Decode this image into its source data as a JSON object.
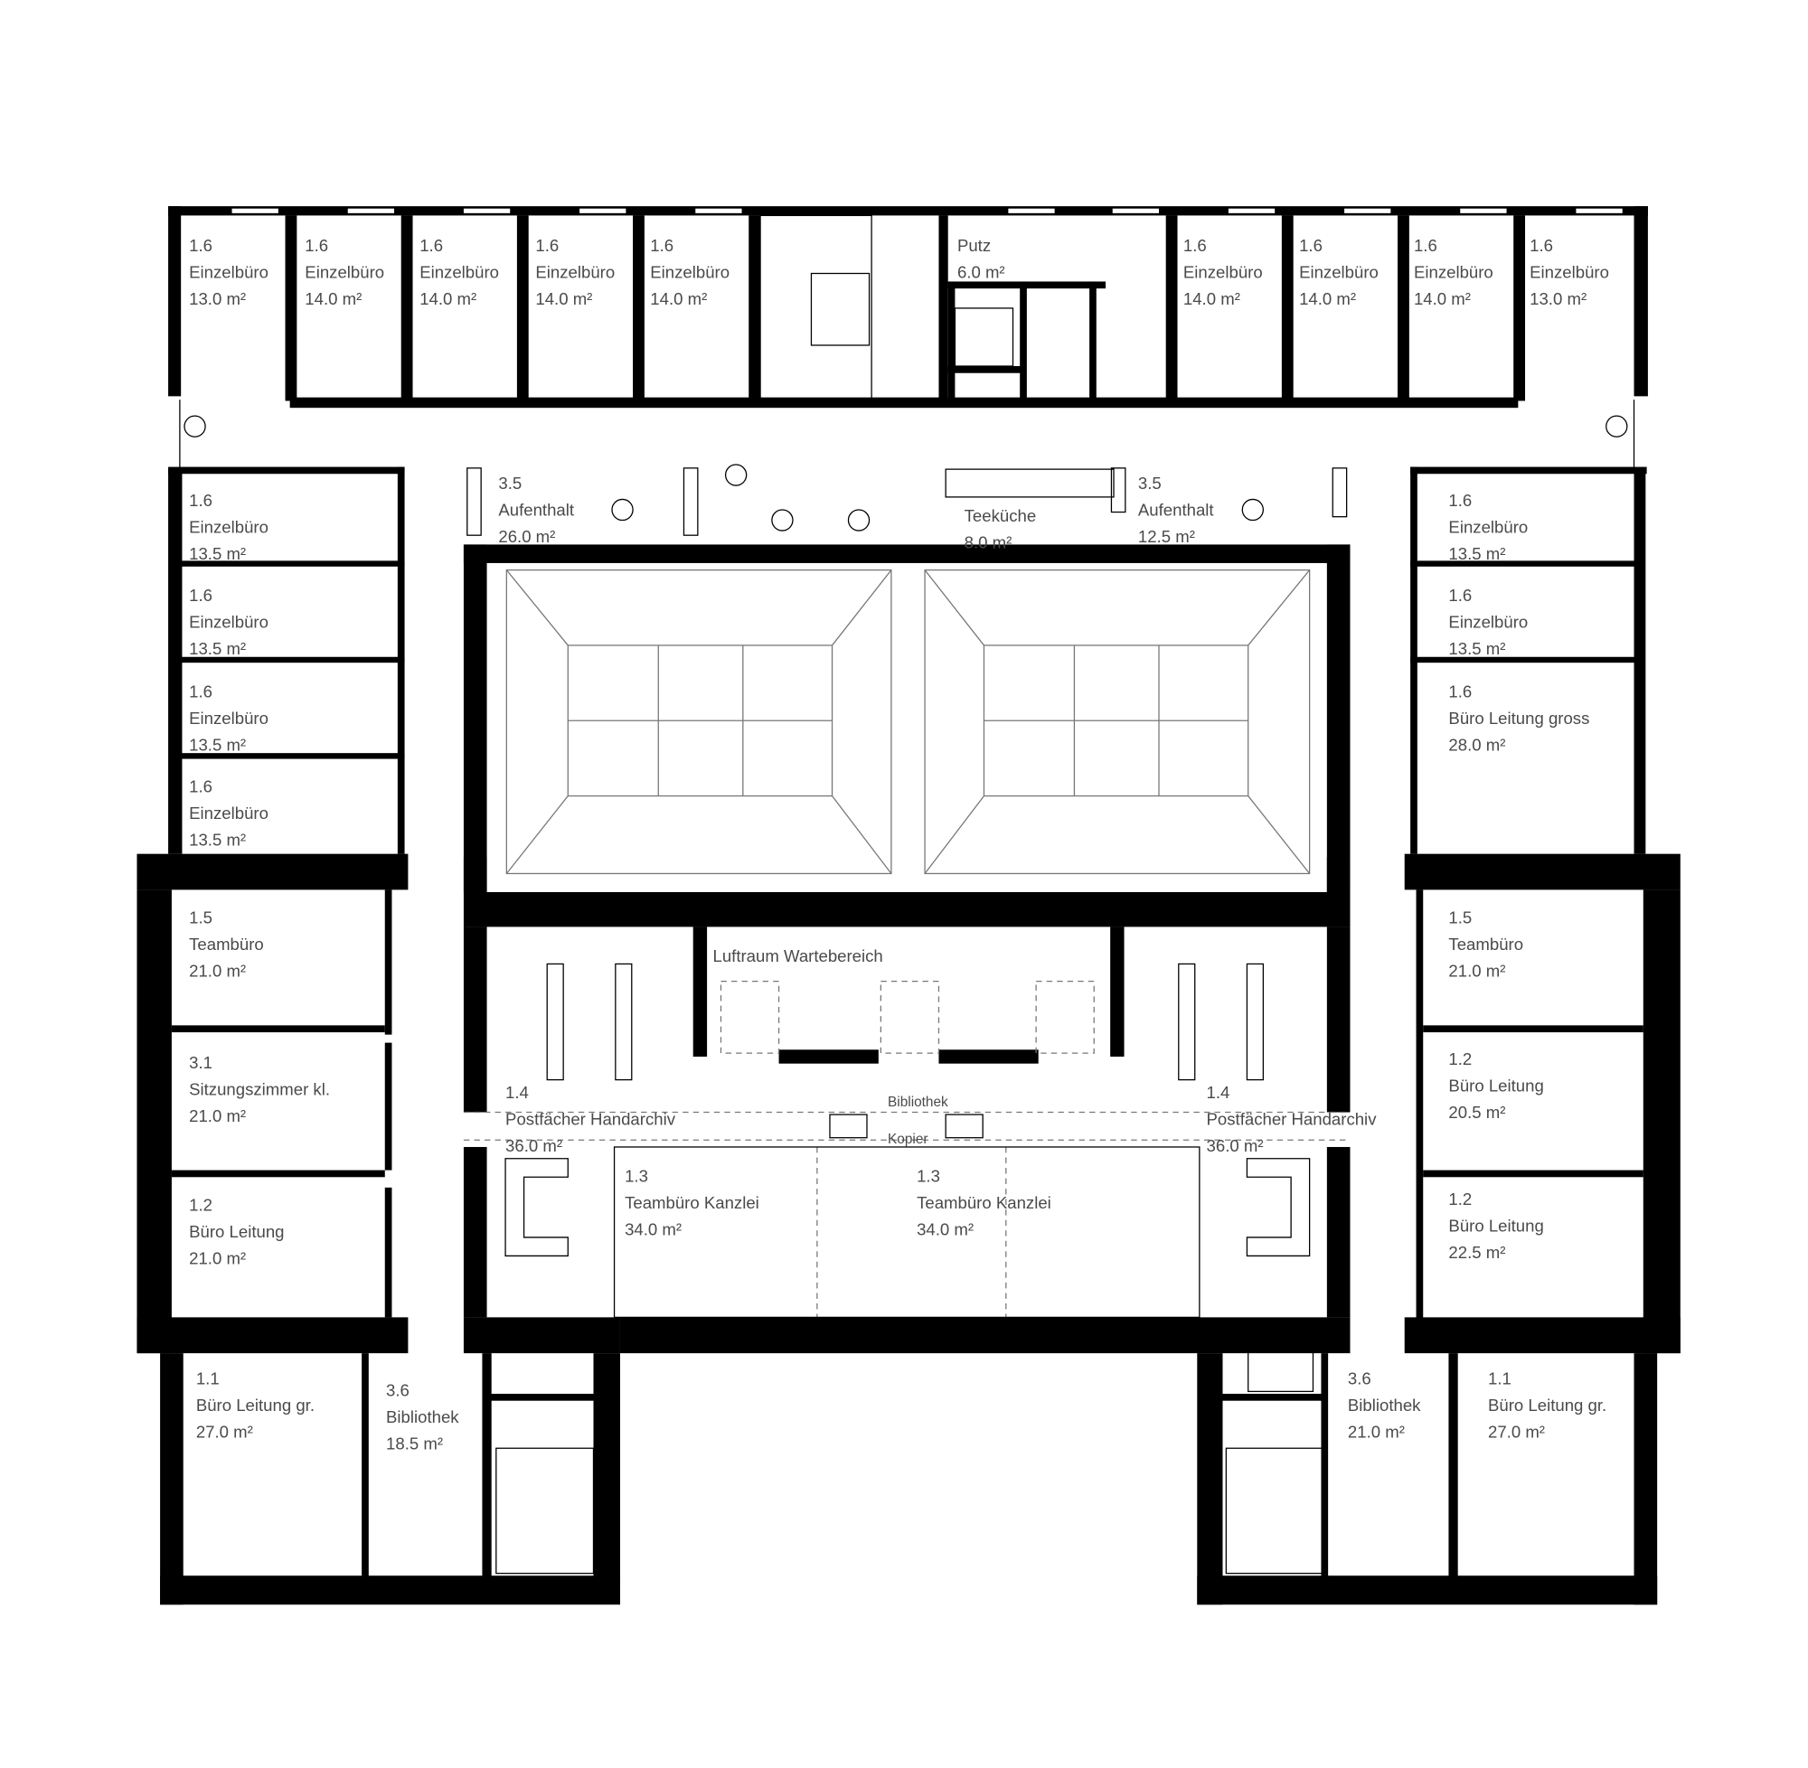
{
  "title": "Grundriss Obergeschoss",
  "rooms": {
    "n1": {
      "num": "1.6",
      "name": "Einzelbüro",
      "area": "13.0 m²"
    },
    "n2": {
      "num": "1.6",
      "name": "Einzelbüro",
      "area": "14.0 m²"
    },
    "n3": {
      "num": "1.6",
      "name": "Einzelbüro",
      "area": "14.0 m²"
    },
    "n4": {
      "num": "1.6",
      "name": "Einzelbüro",
      "area": "14.0 m²"
    },
    "n5": {
      "num": "1.6",
      "name": "Einzelbüro",
      "area": "14.0 m²"
    },
    "putz": {
      "name": "Putz",
      "area": "6.0 m²"
    },
    "n6": {
      "num": "1.6",
      "name": "Einzelbüro",
      "area": "14.0 m²"
    },
    "n7": {
      "num": "1.6",
      "name": "Einzelbüro",
      "area": "14.0 m²"
    },
    "n8": {
      "num": "1.6",
      "name": "Einzelbüro",
      "area": "14.0 m²"
    },
    "n9": {
      "num": "1.6",
      "name": "Einzelbüro",
      "area": "13.0 m²"
    },
    "w1": {
      "num": "1.6",
      "name": "Einzelbüro",
      "area": "13.5 m²"
    },
    "w2": {
      "num": "1.6",
      "name": "Einzelbüro",
      "area": "13.5 m²"
    },
    "w3": {
      "num": "1.6",
      "name": "Einzelbüro",
      "area": "13.5 m²"
    },
    "w4": {
      "num": "1.6",
      "name": "Einzelbüro",
      "area": "13.5 m²"
    },
    "auf1": {
      "num": "3.5",
      "name": "Aufenthalt",
      "area": "26.0 m²"
    },
    "tee": {
      "name": "Teeküche",
      "area": "8.0 m²"
    },
    "auf2": {
      "num": "3.5",
      "name": "Aufenthalt",
      "area": "12.5 m²"
    },
    "e1": {
      "num": "1.6",
      "name": "Einzelbüro",
      "area": "13.5 m²"
    },
    "e2": {
      "num": "1.6",
      "name": "Einzelbüro",
      "area": "13.5 m²"
    },
    "e3": {
      "num": "1.6",
      "name": "Büro Leitung gross",
      "area": "28.0 m²"
    },
    "lw1": {
      "num": "1.5",
      "name": "Teambüro",
      "area": "21.0 m²"
    },
    "lw2": {
      "num": "3.1",
      "name": "Sitzungszimmer kl.",
      "area": "21.0 m²"
    },
    "lw3": {
      "num": "1.2",
      "name": "Büro Leitung",
      "area": "21.0 m²"
    },
    "re1": {
      "num": "1.5",
      "name": "Teambüro",
      "area": "21.0 m²"
    },
    "re2": {
      "num": "1.2",
      "name": "Büro Leitung",
      "area": "20.5 m²"
    },
    "re3": {
      "num": "1.2",
      "name": "Büro Leitung",
      "area": "22.5 m²"
    },
    "luft": {
      "name": "Luftraum Wartebereich"
    },
    "bib": {
      "name": "Bibliothek"
    },
    "kop": {
      "name": "Kopier"
    },
    "p1": {
      "num": "1.4",
      "name": "Postfächer Handarchiv",
      "area": "36.0 m²"
    },
    "p2": {
      "num": "1.4",
      "name": "Postfächer Handarchiv",
      "area": "36.0 m²"
    },
    "k1": {
      "num": "1.3",
      "name": "Teambüro Kanzlei",
      "area": "34.0 m²"
    },
    "k2": {
      "num": "1.3",
      "name": "Teambüro Kanzlei",
      "area": "34.0 m²"
    },
    "sw1": {
      "num": "1.1",
      "name": "Büro Leitung gr.",
      "area": "27.0 m²"
    },
    "sw2": {
      "num": "3.6",
      "name": "Bibliothek",
      "area": "18.5 m²"
    },
    "se1": {
      "num": "3.6",
      "name": "Bibliothek",
      "area": "21.0 m²"
    },
    "se2": {
      "num": "1.1",
      "name": "Büro Leitung gr.",
      "area": "27.0 m²"
    }
  }
}
